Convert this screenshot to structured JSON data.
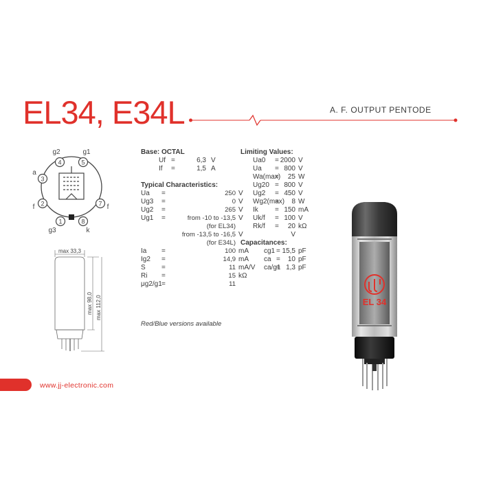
{
  "header": {
    "title": "EL34, E34L",
    "subtitle": "A. F. OUTPUT PENTODE"
  },
  "pinout": {
    "pins": [
      "g2",
      "g1",
      "a",
      "f",
      "f",
      "g3",
      "k"
    ],
    "numbers": [
      "4",
      "5",
      "3",
      "2",
      "7",
      "1",
      "8"
    ]
  },
  "dimensions": {
    "width": "max 33,3",
    "height1": "max 98,0",
    "height2": "max 112,0"
  },
  "base": {
    "heading": "Base: OCTAL",
    "rows": [
      {
        "sym": "Uf",
        "eq": "=",
        "val": "6,3",
        "unit": "V"
      },
      {
        "sym": "If",
        "eq": "=",
        "val": "1,5",
        "unit": "A"
      }
    ]
  },
  "typical": {
    "heading": "Typical Characteristics:",
    "rows": [
      {
        "sym": "Ua",
        "eq": "=",
        "val": "250",
        "unit": "V"
      },
      {
        "sym": "Ug3",
        "eq": "=",
        "val": "0",
        "unit": "V"
      },
      {
        "sym": "Ug2",
        "eq": "=",
        "val": "265",
        "unit": "V"
      },
      {
        "sym": "Ug1",
        "eq": "=",
        "val": "from -10 to -13,5",
        "unit": "V"
      },
      {
        "sym": "",
        "eq": "",
        "val": "(for EL34)",
        "unit": ""
      },
      {
        "sym": "",
        "eq": "",
        "val": "from -13,5 to -16,5",
        "unit": "V"
      },
      {
        "sym": "",
        "eq": "",
        "val": "(for E34L)",
        "unit": ""
      },
      {
        "sym": "Ia",
        "eq": "=",
        "val": "100",
        "unit": "mA"
      },
      {
        "sym": "Ig2",
        "eq": "=",
        "val": "14,9",
        "unit": "mA"
      },
      {
        "sym": "S",
        "eq": "=",
        "val": "11",
        "unit": "mA/V"
      },
      {
        "sym": "Ri",
        "eq": "=",
        "val": "15",
        "unit": "kΩ"
      },
      {
        "sym": "μg2/g1",
        "eq": "=",
        "val": "11",
        "unit": ""
      }
    ]
  },
  "note": "Red/Blue versions available",
  "limiting": {
    "heading": "Limiting Values:",
    "rows": [
      {
        "sym": "Ua0",
        "eq": "=",
        "val": "2000",
        "unit": "V"
      },
      {
        "sym": "Ua",
        "eq": "=",
        "val": "800",
        "unit": "V"
      },
      {
        "sym": "Wa(max)",
        "eq": "=",
        "val": "25",
        "unit": "W"
      },
      {
        "sym": "Ug20",
        "eq": "=",
        "val": "800",
        "unit": "V"
      },
      {
        "sym": "Ug2",
        "eq": "=",
        "val": "450",
        "unit": "V"
      },
      {
        "sym": "Wg2(max)",
        "eq": "=",
        "val": "8",
        "unit": "W"
      },
      {
        "sym": "Ik",
        "eq": "=",
        "val": "150",
        "unit": "mA"
      },
      {
        "sym": "Uk/f",
        "eq": "=",
        "val": "100",
        "unit": "V"
      },
      {
        "sym": "Rk/f",
        "eq": "=",
        "val": "20",
        "unit": "kΩ"
      },
      {
        "sym": "",
        "eq": "",
        "val": "V",
        "unit": ""
      }
    ]
  },
  "capacitances": {
    "heading": "Capacitances:",
    "rows": [
      {
        "sym": "cg1",
        "eq": "=",
        "val": "15,5",
        "unit": "pF"
      },
      {
        "sym": "ca",
        "eq": "=",
        "val": "10",
        "unit": "pF"
      },
      {
        "sym": "ca/g1",
        "eq": "=",
        "val": "1,3",
        "unit": "pF"
      }
    ]
  },
  "tube_label": "EL 34",
  "footer": {
    "url": "www.jj-electronic.com"
  },
  "colors": {
    "accent": "#e0312b",
    "text": "#3a3a3a"
  }
}
